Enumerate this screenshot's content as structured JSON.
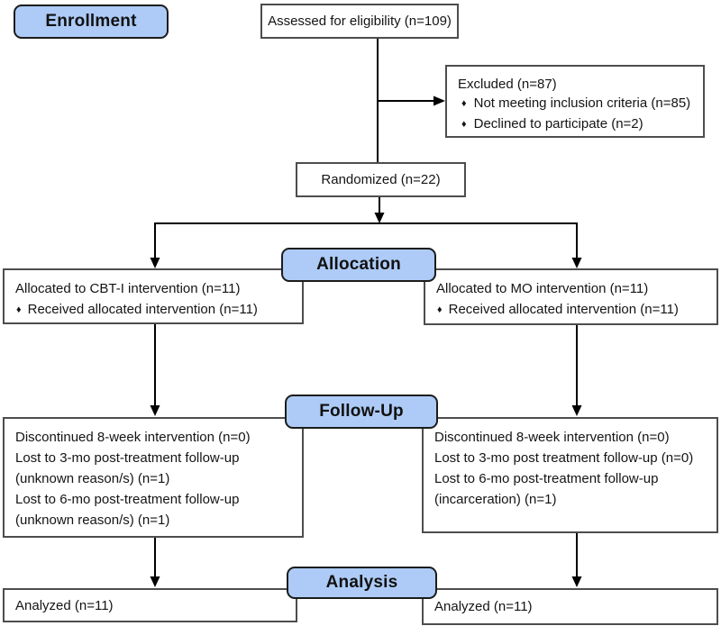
{
  "bullet": "♦",
  "colors": {
    "stage_fill": "#adcbf6",
    "stage_border": "#1c1c1c",
    "box_border": "#4d4d4d",
    "arrow": "#000000"
  },
  "stages": {
    "enrollment": "Enrollment",
    "allocation": "Allocation",
    "followup": "Follow-Up",
    "analysis": "Analysis"
  },
  "boxes": {
    "assessed": {
      "text": "Assessed for eligibility (n=109)"
    },
    "excluded": {
      "title": "Excluded (n=87)",
      "items": [
        "Not meeting inclusion criteria (n=85)",
        "Declined to participate (n=2)"
      ]
    },
    "randomized": {
      "text": "Randomized (n=22)"
    },
    "alloc_left": {
      "title": "Allocated to CBT-I intervention (n=11)",
      "items": [
        "Received allocated intervention (n=11)"
      ]
    },
    "alloc_right": {
      "title": "Allocated to MO intervention (n=11)",
      "items": [
        "Received allocated intervention (n=11)"
      ]
    },
    "followup_left": {
      "lines": [
        "Discontinued 8-week intervention (n=0)",
        "Lost to 3-mo post-treatment follow-up",
        "(unknown reason/s) (n=1)",
        "Lost to 6-mo post-treatment follow-up",
        "(unknown reason/s) (n=1)"
      ]
    },
    "followup_right": {
      "lines": [
        "Discontinued 8-week intervention (n=0)",
        "Lost to 3-mo post treatment follow-up (n=0)",
        "Lost to 6-mo post-treatment follow-up",
        "(incarceration) (n=1)"
      ]
    },
    "analyzed_left": {
      "text": "Analyzed (n=11)"
    },
    "analyzed_right": {
      "text": "Analyzed (n=11)"
    }
  }
}
